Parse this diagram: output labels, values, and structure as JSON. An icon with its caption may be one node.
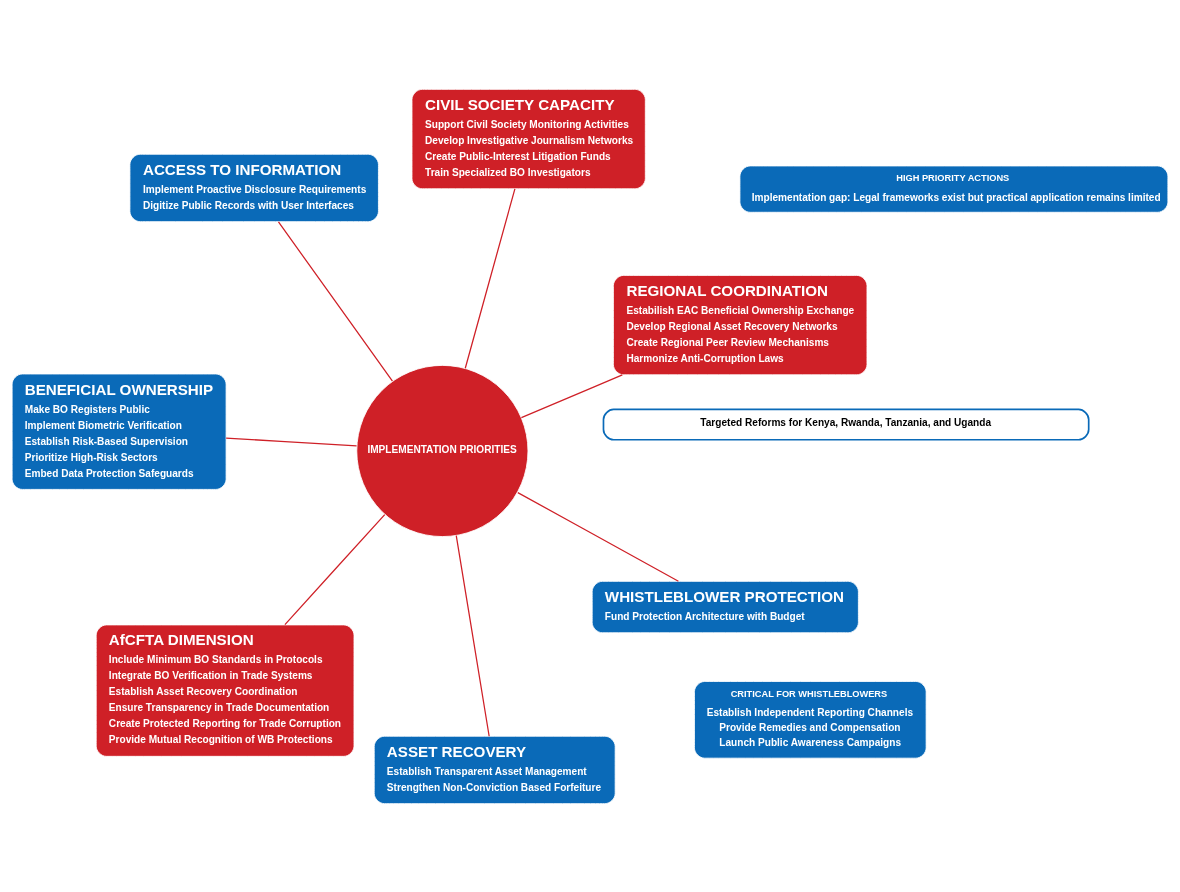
{
  "diagram": {
    "nodes": [
      {
        "text": [
          "Targeted Reforms for Kenya, Rwanda, Tanzania, and Uganda"
        ]
      },
      {
        "text": [
          "BENEFICIAL OWNERSHIP",
          "Make BO Registers Public",
          "Implement Biometric Verification",
          "Establish Risk-Based Supervision",
          "Prioritize High-Risk Sectors",
          "Embed Data Protection Safeguards"
        ]
      },
      {
        "text": [
          "HIGH PRIORITY ACTIONS",
          "Implementation gap: Legal frameworks exist but practical application remains limited"
        ]
      },
      {
        "text": [
          "REGIONAL COORDINATION",
          "Estabilish EAC Beneficial Ownership Exchange",
          "Develop Regional Asset Recovery Networks",
          "Create Regional Peer Review Mechanisms",
          "Harmonize Anti-Corruption Laws"
        ]
      },
      {
        "text": [
          "ASSET RECOVERY",
          "Establish Transparent Asset Management",
          "Strengthen Non-Conviction Based Forfeiture"
        ]
      },
      {
        "text": [
          "CIVIL SOCIETY CAPACITY",
          "Support Civil Society Monitoring Activities",
          "Develop Investigative Journalism Networks",
          "Create Public-Interest Litigation Funds",
          "Train Specialized BO Investigators"
        ]
      },
      {
        "text": [
          "IMPLEMENTATION PRIORITIES"
        ]
      },
      {
        "text": [
          "ACCESS TO INFORMATION",
          "Implement Proactive Disclosure Requirements",
          "Digitize Public Records with User Interfaces"
        ]
      },
      {
        "text": [
          "AfCFTA DIMENSION",
          "Include Minimum BO Standards in Protocols",
          "Integrate BO Verification in Trade Systems",
          "Establish Asset Recovery Coordination",
          "Ensure Transparency in Trade Documentation",
          "Create Protected Reporting for Trade Corruption",
          "Provide Mutual Recognition of WB Protections"
        ]
      },
      {
        "text": [
          "WHISTLEBLOWER PROTECTION",
          "Fund Protection Architecture with Budget"
        ]
      },
      {
        "text": [
          "CRITICAL FOR WHISTLEBLOWERS",
          "Establish Independent Reporting Channels",
          "Provide Remedies and Compensation",
          "Launch Public Awareness Campaigns"
        ]
      }
    ],
    "edges": [
      {
        "from": 6,
        "to": 1,
        "arrow": "none"
      },
      {
        "from": 6,
        "to": 4,
        "arrow": "none"
      },
      {
        "from": 6,
        "to": 7,
        "arrow": "none"
      },
      {
        "from": 6,
        "to": 9,
        "arrow": "none"
      },
      {
        "from": 6,
        "to": 3,
        "arrow": "none"
      },
      {
        "from": 6,
        "to": 5,
        "arrow": "none"
      },
      {
        "from": 6,
        "to": 8,
        "arrow": "none"
      }
    ]
  }
}
